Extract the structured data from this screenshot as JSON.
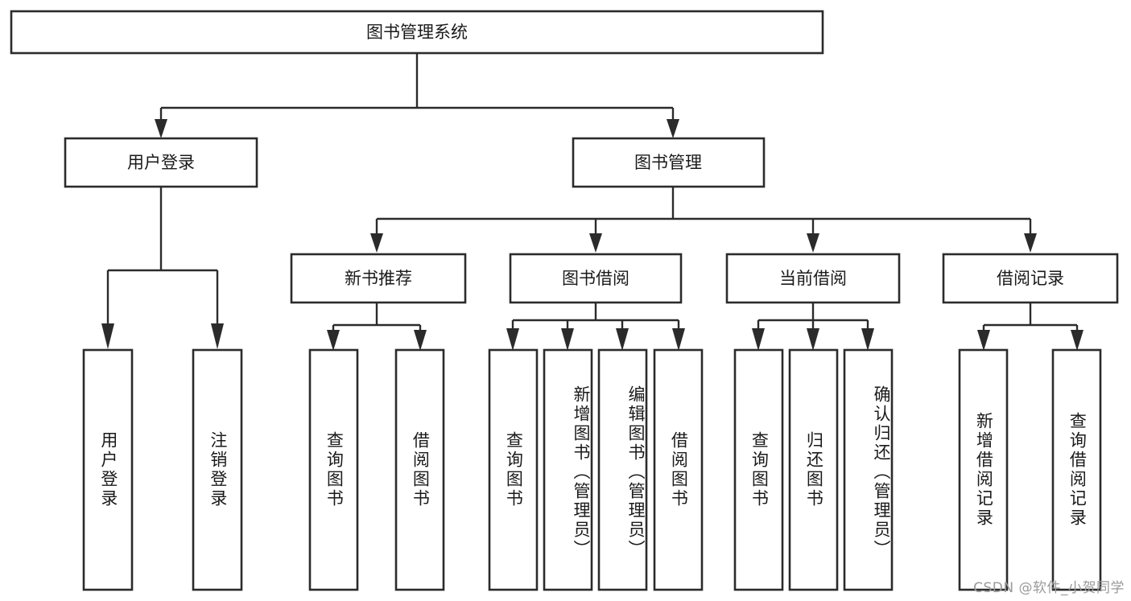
{
  "diagram": {
    "title": "图书管理系统",
    "type": "tree-hierarchy-diagram",
    "watermark": "CSDN @软件_小贺同学",
    "colors": {
      "background": "#ffffff",
      "node_fill": "#ffffff",
      "node_stroke": "#2b2b2b",
      "text": "#1a1a1a",
      "watermark": "#9a9a9a"
    },
    "levels": {
      "root": {
        "label": "图书管理系统"
      },
      "level2": [
        {
          "label": "用户登录"
        },
        {
          "label": "图书管理"
        }
      ],
      "level3": [
        {
          "label": "新书推荐"
        },
        {
          "label": "图书借阅"
        },
        {
          "label": "当前借阅"
        },
        {
          "label": "借阅记录"
        }
      ],
      "leaves": [
        {
          "label": "用户登录",
          "parent": "用户登录"
        },
        {
          "label": "注销登录",
          "parent": "用户登录"
        },
        {
          "label": "查询图书",
          "parent": "新书推荐"
        },
        {
          "label": "借阅图书",
          "parent": "新书推荐"
        },
        {
          "label": "查询图书",
          "parent": "图书借阅"
        },
        {
          "label": "新增图书（管理员）",
          "parent": "图书借阅"
        },
        {
          "label": "编辑图书（管理员）",
          "parent": "图书借阅"
        },
        {
          "label": "借阅图书",
          "parent": "图书借阅"
        },
        {
          "label": "查询图书",
          "parent": "当前借阅"
        },
        {
          "label": "归还图书",
          "parent": "当前借阅"
        },
        {
          "label": "确认归还（管理员）",
          "parent": "当前借阅"
        },
        {
          "label": "新增借阅记录",
          "parent": "借阅记录"
        },
        {
          "label": "查询借阅记录",
          "parent": "借阅记录"
        }
      ]
    }
  },
  "chart_data": {
    "type": "table",
    "title": "图书管理系统",
    "nodes": [
      "图书管理系统",
      "用户登录",
      "图书管理",
      "新书推荐",
      "图书借阅",
      "当前借阅",
      "借阅记录",
      "用户登录",
      "注销登录",
      "查询图书",
      "借阅图书",
      "新增图书（管理员）",
      "编辑图书（管理员）",
      "归还图书",
      "确认归还（管理员）",
      "新增借阅记录",
      "查询借阅记录"
    ]
  }
}
